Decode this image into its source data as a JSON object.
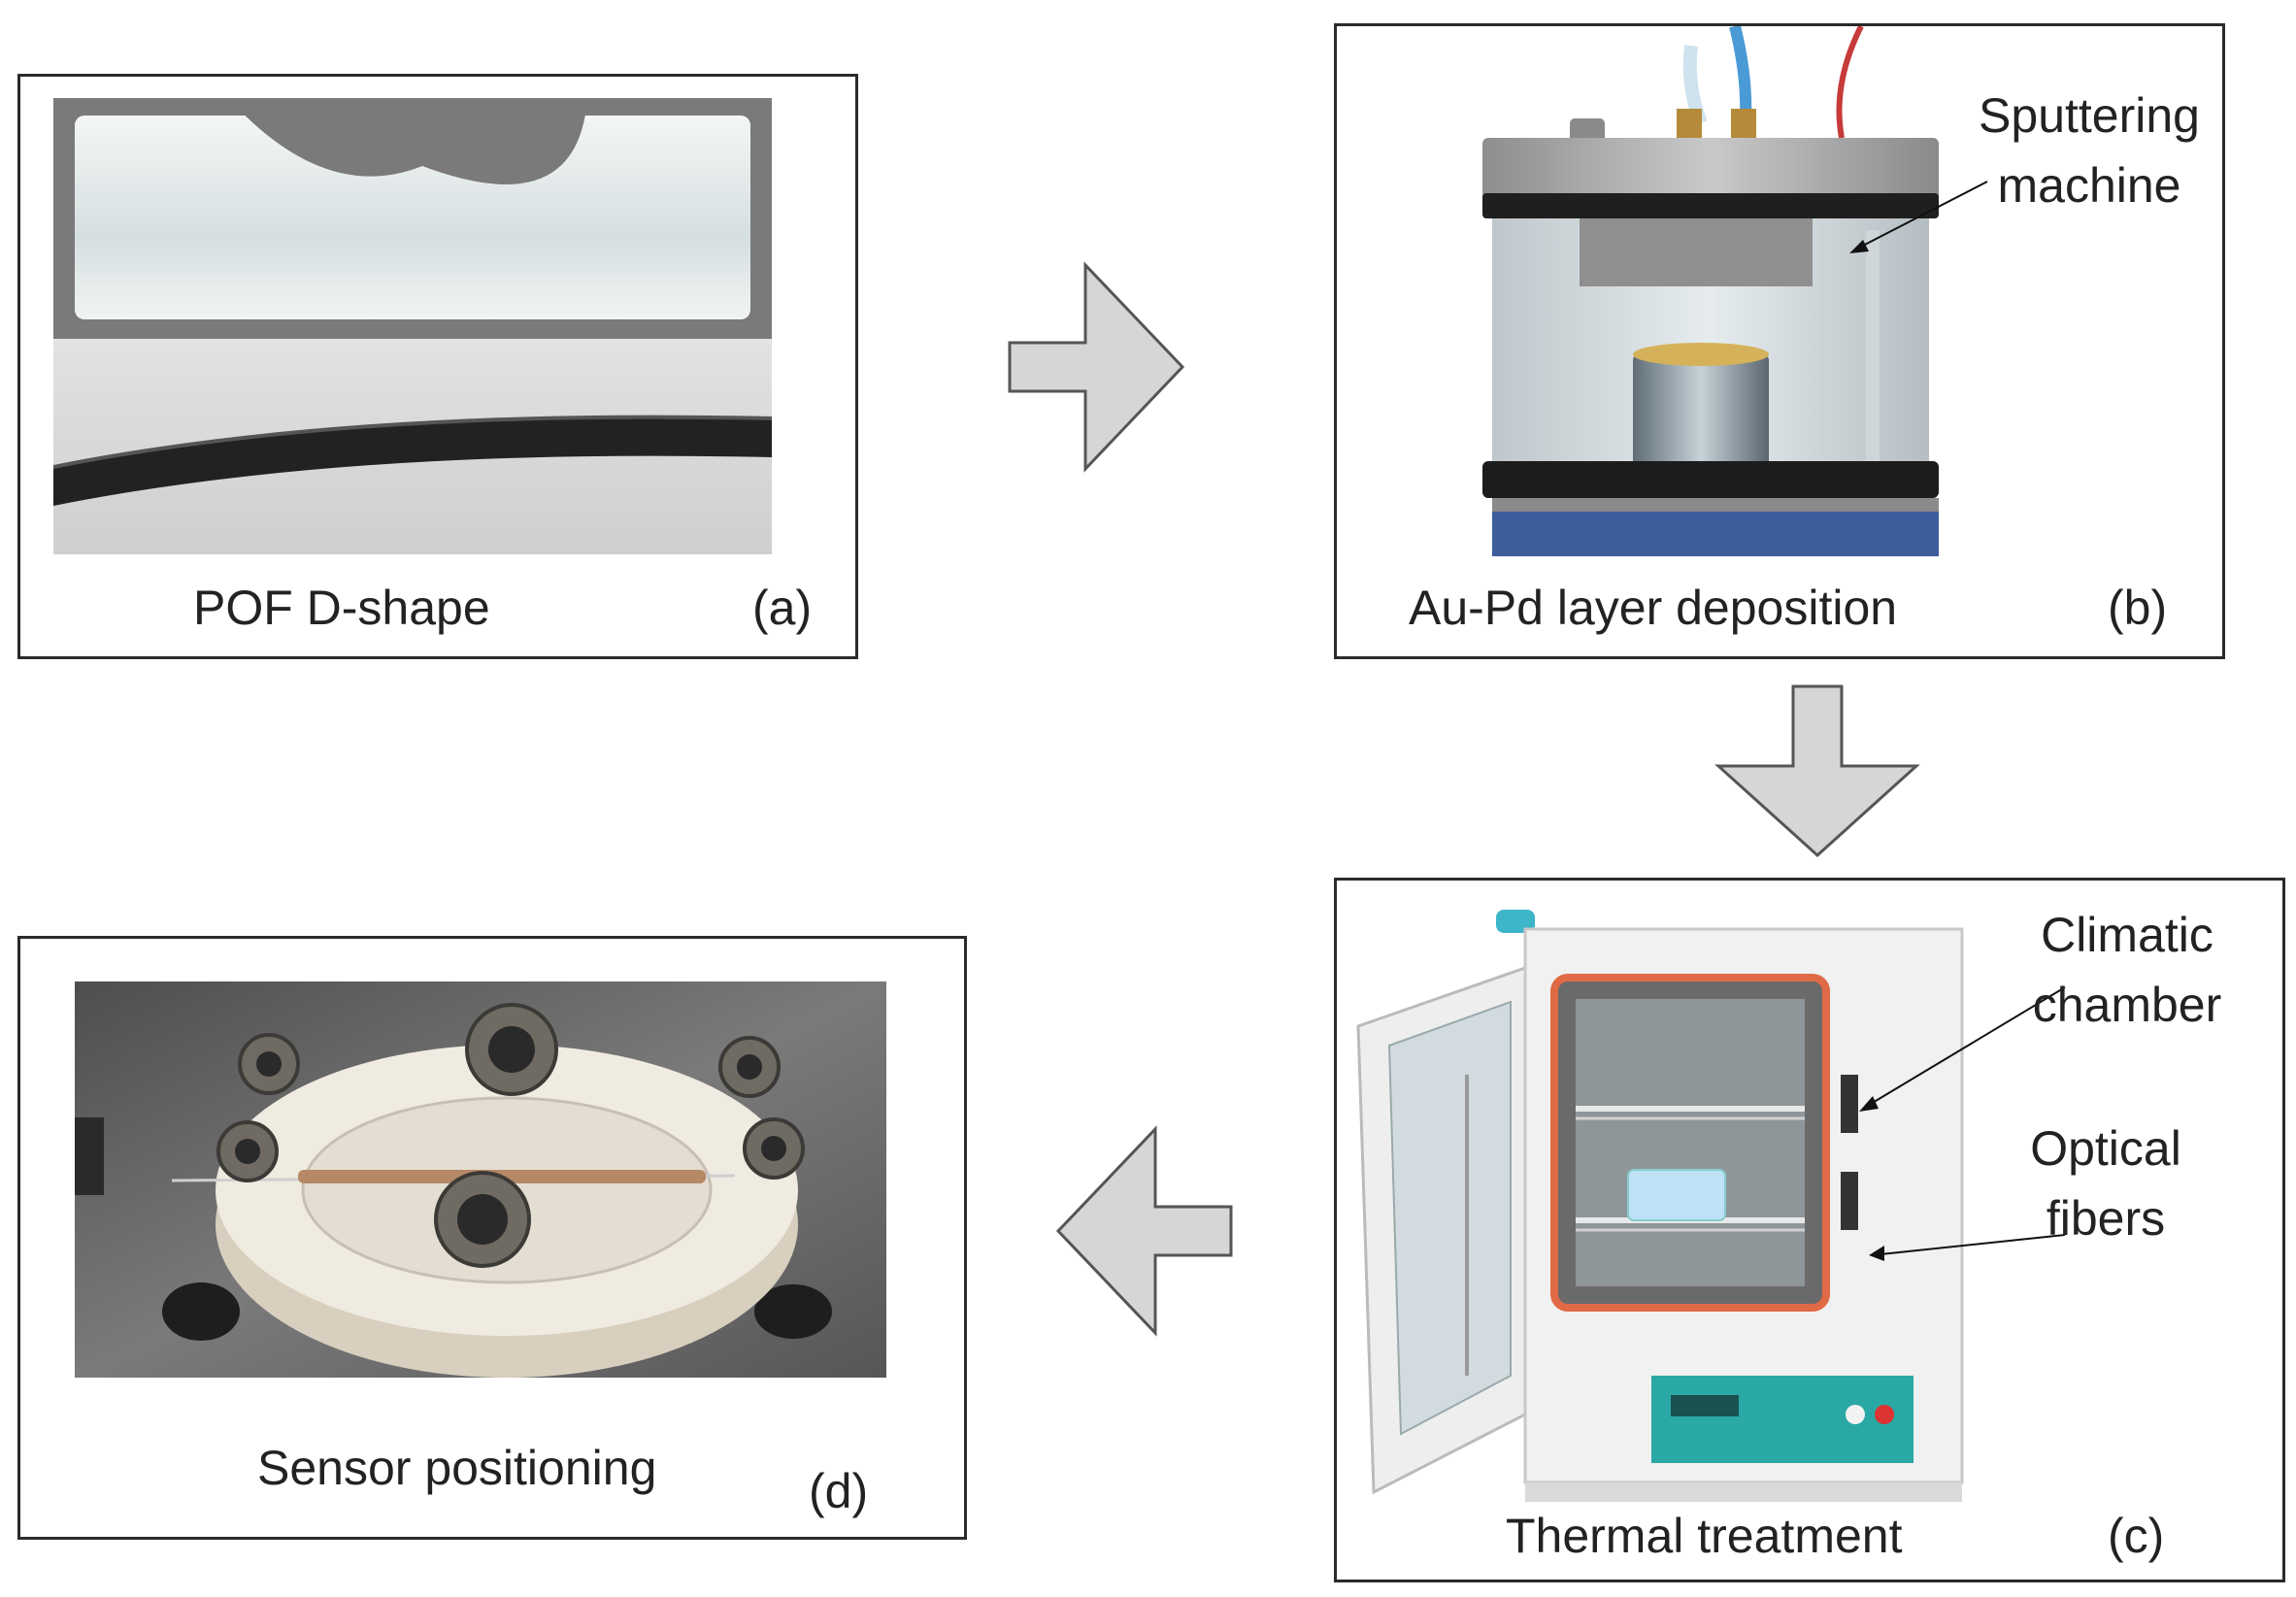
{
  "panels": {
    "a": {
      "caption": "POF D-shape",
      "letter": "(a)"
    },
    "b": {
      "caption": "Au-Pd layer deposition",
      "letter": "(b)",
      "annotation_line1": "Sputtering",
      "annotation_line2": "machine"
    },
    "c": {
      "caption": "Thermal treatment",
      "letter": "(c)",
      "annotation1_line1": "Climatic",
      "annotation1_line2": "chamber",
      "annotation2_line1": "Optical",
      "annotation2_line2": "fibers"
    },
    "d": {
      "caption": "Sensor positioning",
      "letter": "(d)"
    }
  },
  "icons": [
    "arrow-right-icon",
    "arrow-down-icon",
    "arrow-left-icon"
  ],
  "colors": {
    "arrow_fill": "#d6d6d6",
    "arrow_stroke": "#555555",
    "border": "#2b2b2b",
    "chamber_door": "#e06a45",
    "control_panel": "#2aa8a5"
  }
}
